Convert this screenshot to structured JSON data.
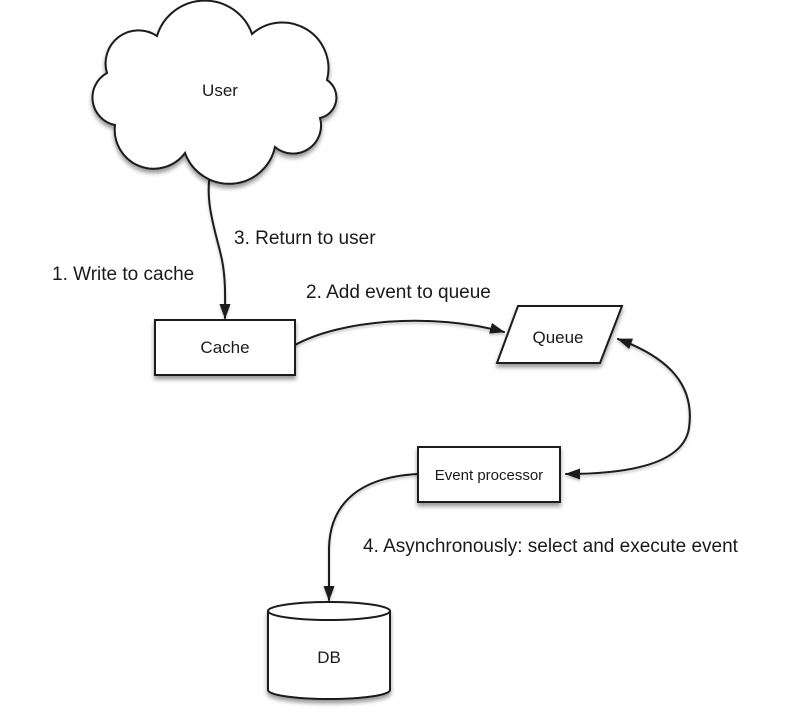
{
  "diagram": {
    "nodes": {
      "user": {
        "label": "User",
        "shape": "cloud"
      },
      "cache": {
        "label": "Cache",
        "shape": "rectangle"
      },
      "queue": {
        "label": "Queue",
        "shape": "parallelogram"
      },
      "event_processor": {
        "label": "Event processor",
        "shape": "rectangle"
      },
      "db": {
        "label": "DB",
        "shape": "cylinder"
      }
    },
    "edges": [
      {
        "from": "user",
        "to": "cache",
        "label": "1. Write to cache",
        "style": "arrow"
      },
      {
        "from": "cache",
        "to": "queue",
        "label": "2. Add event to queue",
        "style": "arrow"
      },
      {
        "from": "cache",
        "to": "user",
        "label": "3. Return to user",
        "style": "arrow"
      },
      {
        "from": "queue",
        "to": "event_processor",
        "label": "",
        "style": "double-arrow"
      },
      {
        "from": "event_processor",
        "to": "db",
        "label": "4. Asynchronously: select and execute event",
        "style": "arrow"
      }
    ],
    "colors": {
      "stroke": "#1a1a1a",
      "fill": "#ffffff",
      "text": "#1a1a1a",
      "background": "#ffffff"
    }
  }
}
